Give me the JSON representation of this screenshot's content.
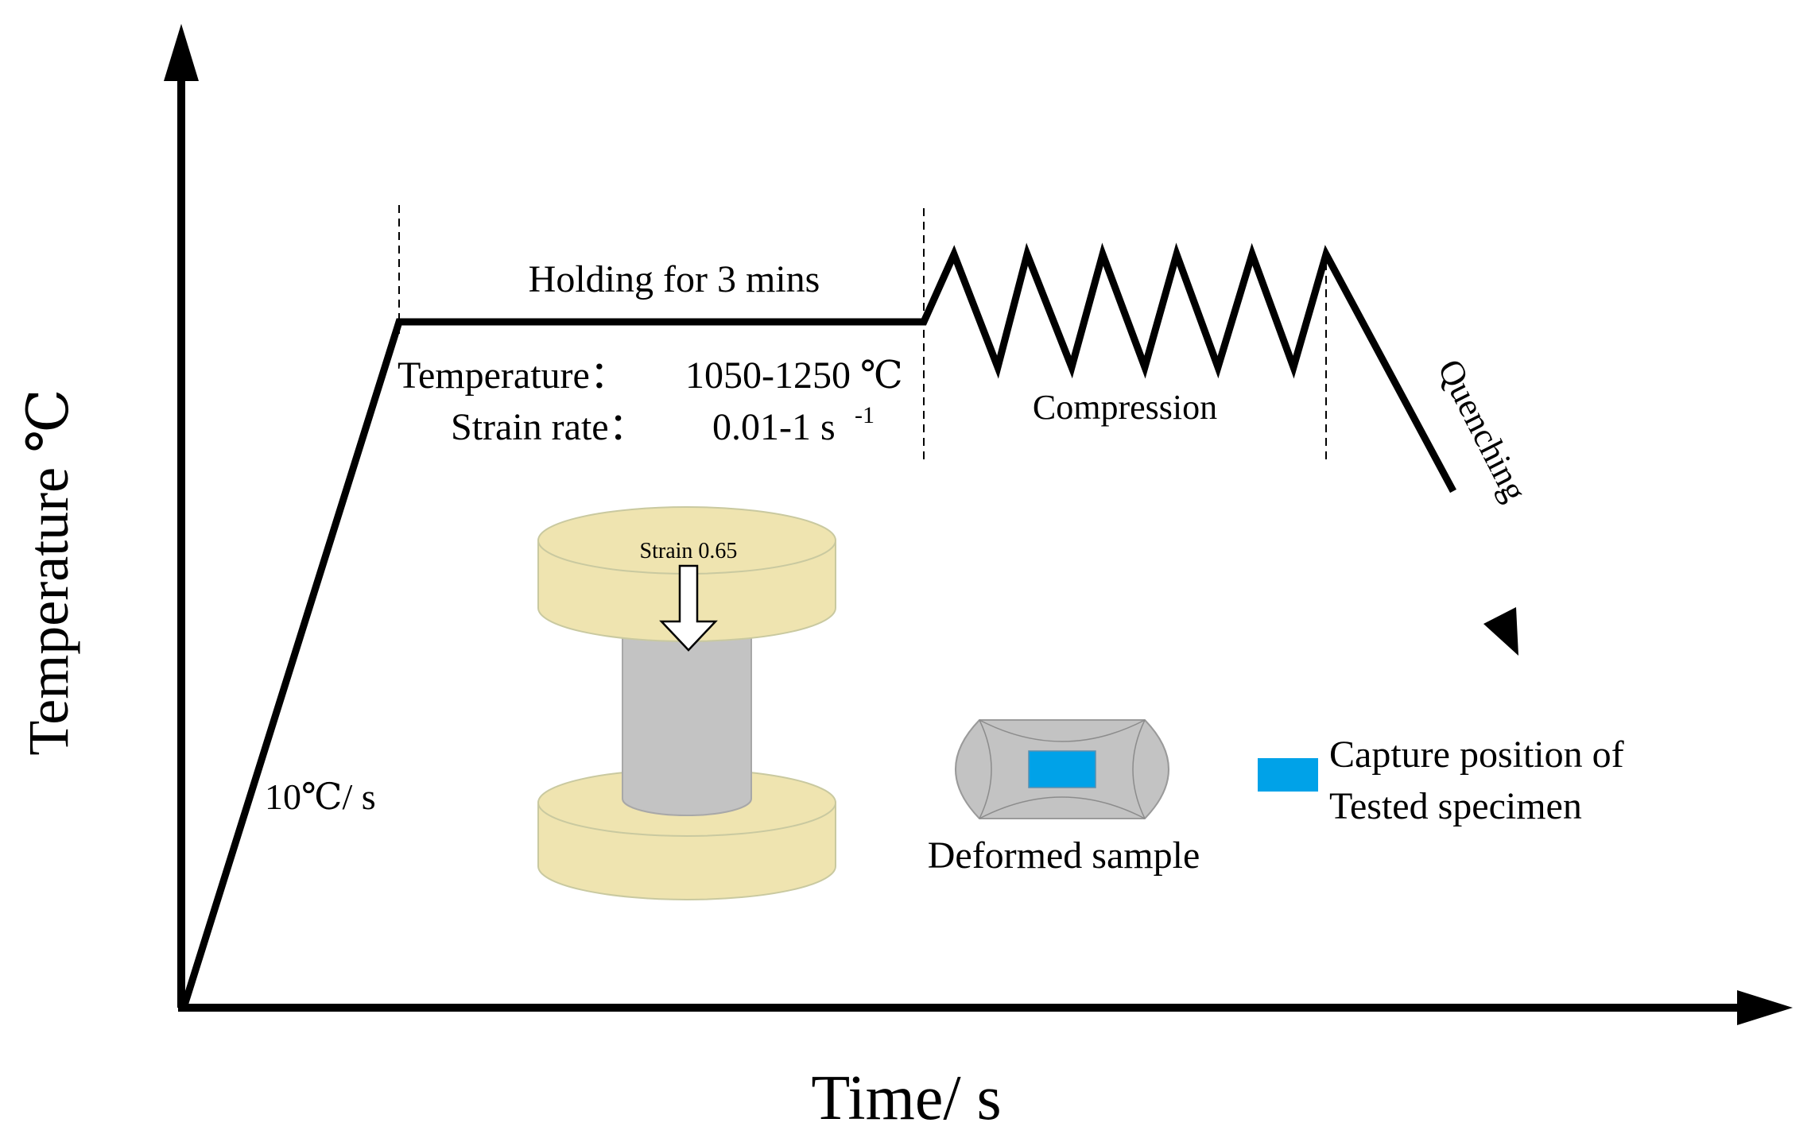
{
  "axes": {
    "y_label": "Temperature ℃",
    "x_label": "Time/ s"
  },
  "stages": {
    "heating_rate": "10℃/ s",
    "holding": "Holding for 3 mins",
    "temperature_label": "Temperature：",
    "temperature_value": "1050-1250 ℃",
    "strain_rate_label": "Strain rate：",
    "strain_rate_value": "0.01-1 s",
    "strain_rate_exponent": "-1",
    "compression": "Compression",
    "quenching": "Quenching"
  },
  "specimen": {
    "strain": "Strain 0.65",
    "deformed_label": "Deformed sample",
    "legend_line1": "Capture position of",
    "legend_line2": "Tested specimen"
  },
  "colors": {
    "line": "#000000",
    "platen_fill": "#efe4b0",
    "specimen_fill": "#c3c3c3",
    "capture_fill": "#00a2e8"
  }
}
